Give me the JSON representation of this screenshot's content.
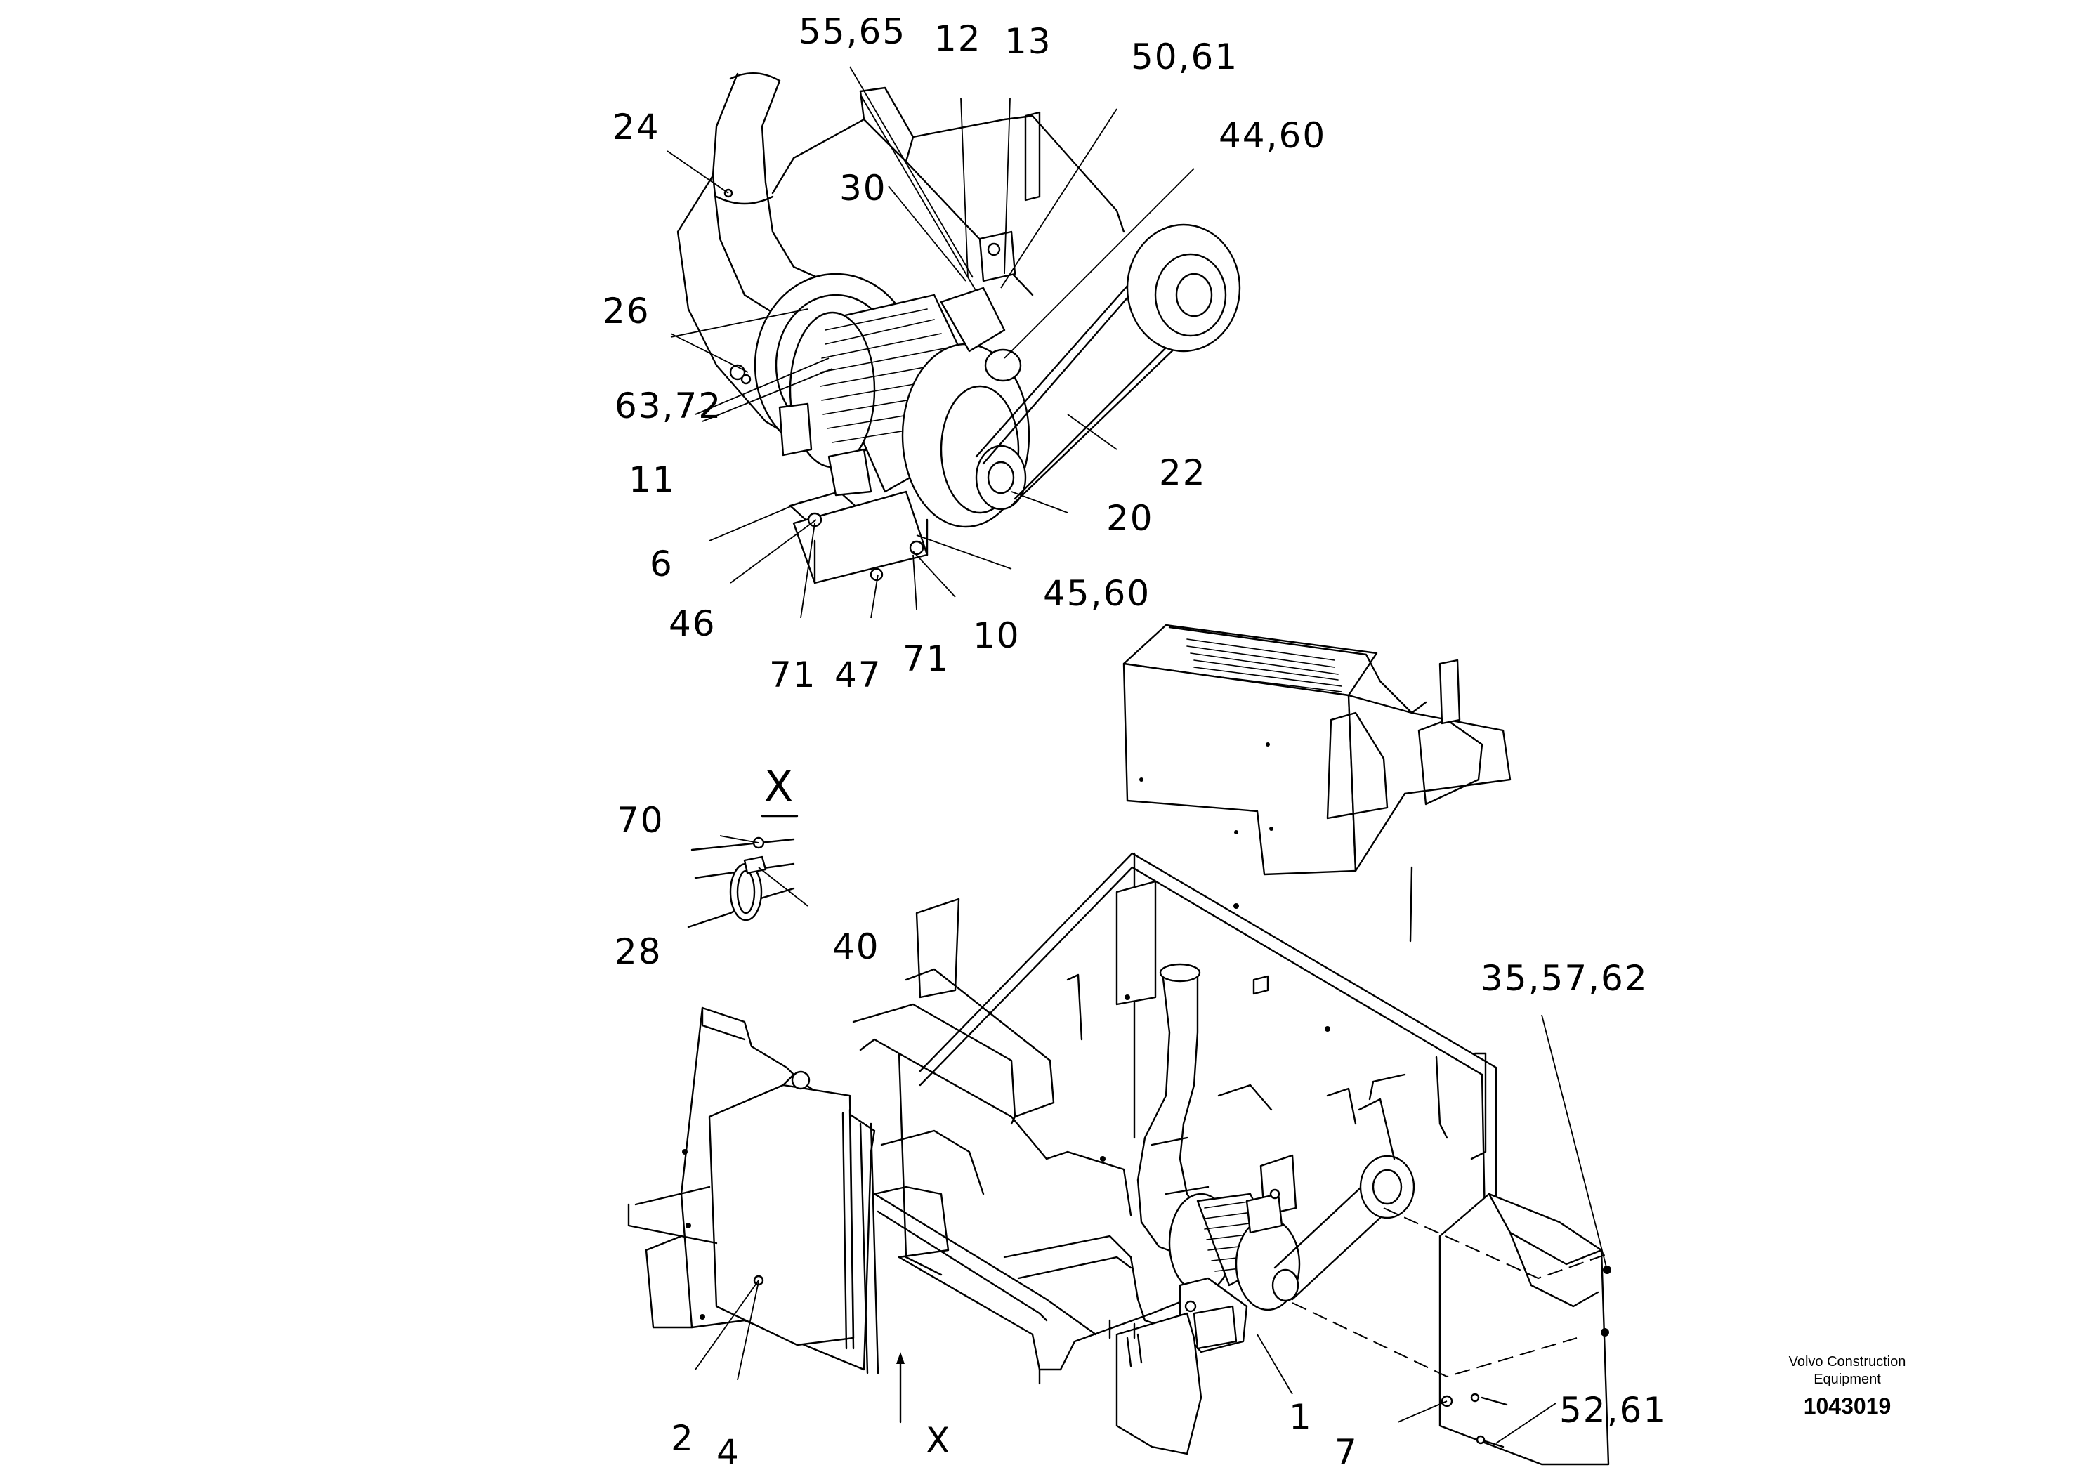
{
  "diagram": {
    "labels": [
      {
        "id": "24",
        "text": "24"
      },
      {
        "id": "55-65",
        "text": "55,65"
      },
      {
        "id": "12",
        "text": "12"
      },
      {
        "id": "13",
        "text": "13"
      },
      {
        "id": "50-61",
        "text": "50,61"
      },
      {
        "id": "44-60",
        "text": "44,60"
      },
      {
        "id": "30",
        "text": "30"
      },
      {
        "id": "26",
        "text": "26"
      },
      {
        "id": "63-72",
        "text": "63,72"
      },
      {
        "id": "11",
        "text": "11"
      },
      {
        "id": "22",
        "text": "22"
      },
      {
        "id": "20",
        "text": "20"
      },
      {
        "id": "6",
        "text": "6"
      },
      {
        "id": "45-60",
        "text": "45,60"
      },
      {
        "id": "46",
        "text": "46"
      },
      {
        "id": "10",
        "text": "10"
      },
      {
        "id": "71a",
        "text": "71"
      },
      {
        "id": "47",
        "text": "47"
      },
      {
        "id": "71b",
        "text": "71"
      },
      {
        "id": "X-detail",
        "text": "X"
      },
      {
        "id": "70",
        "text": "70"
      },
      {
        "id": "28",
        "text": "28"
      },
      {
        "id": "40",
        "text": "40"
      },
      {
        "id": "35-57-62",
        "text": "35,57,62"
      },
      {
        "id": "52-61",
        "text": "52,61"
      },
      {
        "id": "2",
        "text": "2"
      },
      {
        "id": "4",
        "text": "4"
      },
      {
        "id": "X-view",
        "text": "X"
      },
      {
        "id": "1",
        "text": "1"
      },
      {
        "id": "7",
        "text": "7"
      }
    ],
    "brand_line1": "Volvo Construction",
    "brand_line2": "Equipment",
    "document_number": "1043019"
  }
}
